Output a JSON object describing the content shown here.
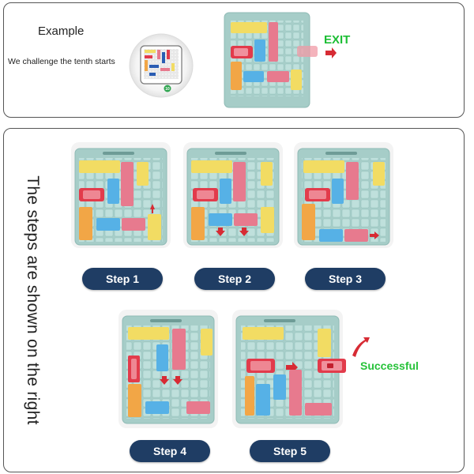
{
  "example": {
    "title": "Example",
    "caption": "We challenge the tenth starts",
    "level_number": "10",
    "exit_label": "EXIT"
  },
  "side_caption": "The steps are shown on the right",
  "steps": [
    {
      "label": "Step 1"
    },
    {
      "label": "Step 2"
    },
    {
      "label": "Step 3"
    },
    {
      "label": "Step 4"
    },
    {
      "label": "Step 5"
    }
  ],
  "success_label": "Successful",
  "colors": {
    "board": "#a6cdc8",
    "board_border": "#8fbab5",
    "cell": "#bfe0dc",
    "yellow": "#f2dc63",
    "pink": "#e77a8e",
    "red_car": "#e23b4b",
    "blue_car": "#56b1e6",
    "orange": "#f2a646",
    "arrow_red": "#d72b34",
    "pill": "#1f3d64"
  }
}
